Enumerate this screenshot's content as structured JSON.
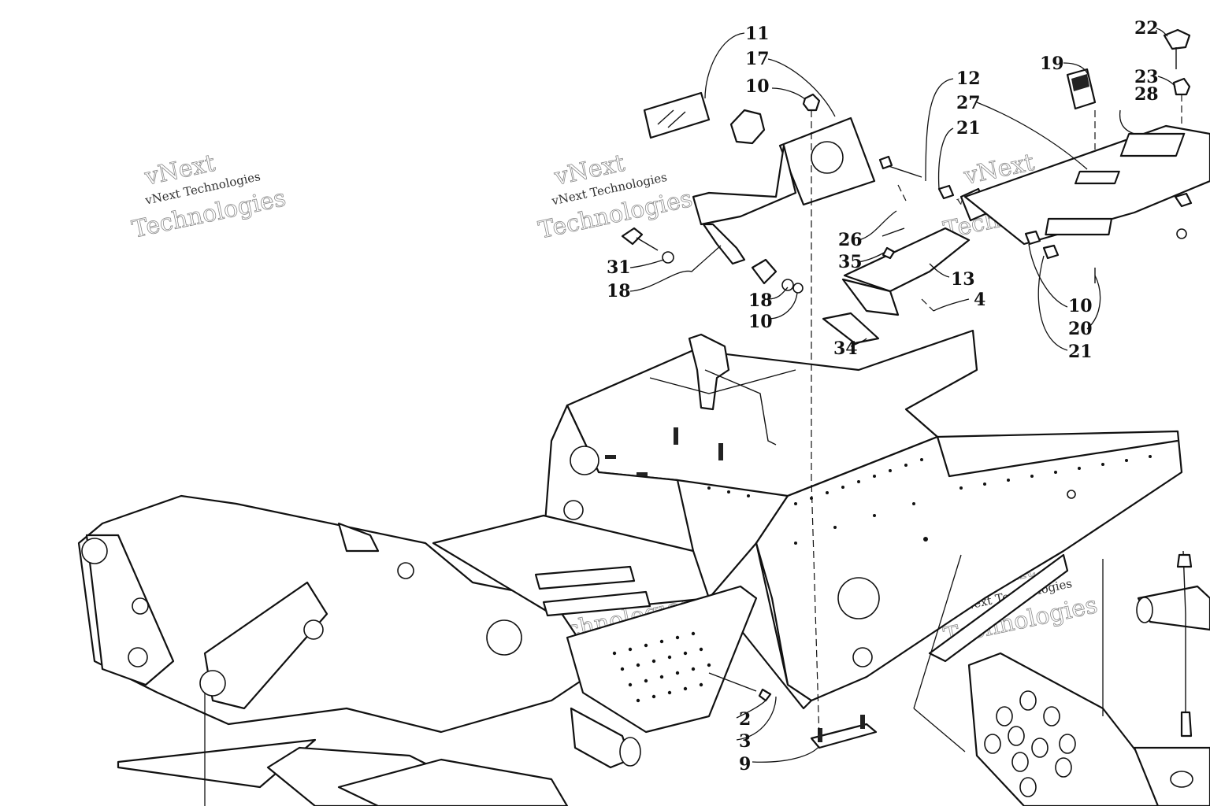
{
  "watermark": {
    "brand": "vNext",
    "company": "vNext Technologies",
    "big": "Technologies"
  },
  "callouts": [
    {
      "label": "11"
    },
    {
      "label": "17"
    },
    {
      "label": "10"
    },
    {
      "label": "12"
    },
    {
      "label": "27"
    },
    {
      "label": "21"
    },
    {
      "label": "19"
    },
    {
      "label": "22"
    },
    {
      "label": "23"
    },
    {
      "label": "28"
    },
    {
      "label": "31"
    },
    {
      "label": "18"
    },
    {
      "label": "18"
    },
    {
      "label": "10"
    },
    {
      "label": "26"
    },
    {
      "label": "35"
    },
    {
      "label": "13"
    },
    {
      "label": "4"
    },
    {
      "label": "34"
    },
    {
      "label": "10"
    },
    {
      "label": "20"
    },
    {
      "label": "21"
    },
    {
      "label": "2"
    },
    {
      "label": "3"
    },
    {
      "label": "9"
    }
  ]
}
